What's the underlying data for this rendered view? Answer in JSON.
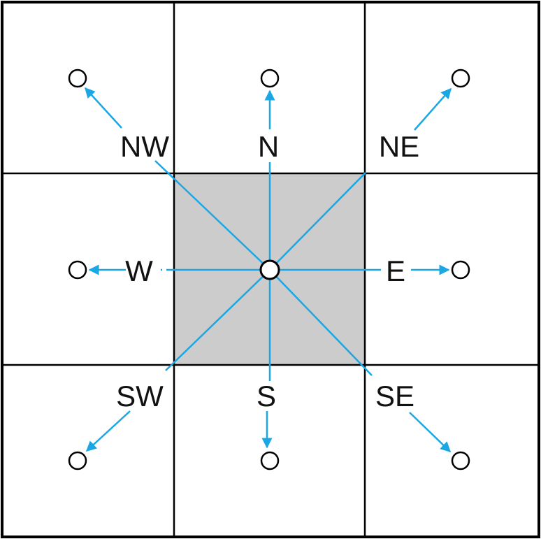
{
  "diagram": {
    "grid": {
      "rows": 3,
      "cols": 3,
      "center_cell_fill": "#cccccc"
    },
    "colors": {
      "arrow": "#1aa7e4",
      "grid_line": "#000000",
      "node_fill": "#ffffff",
      "node_stroke": "#000000",
      "label": "#111111"
    },
    "center_node": {
      "id": "center"
    },
    "directions": [
      {
        "id": "nw",
        "label": "NW"
      },
      {
        "id": "n",
        "label": "N"
      },
      {
        "id": "ne",
        "label": "NE"
      },
      {
        "id": "w",
        "label": "W"
      },
      {
        "id": "e",
        "label": "E"
      },
      {
        "id": "sw",
        "label": "SW"
      },
      {
        "id": "s",
        "label": "S"
      },
      {
        "id": "se",
        "label": "SE"
      }
    ]
  }
}
